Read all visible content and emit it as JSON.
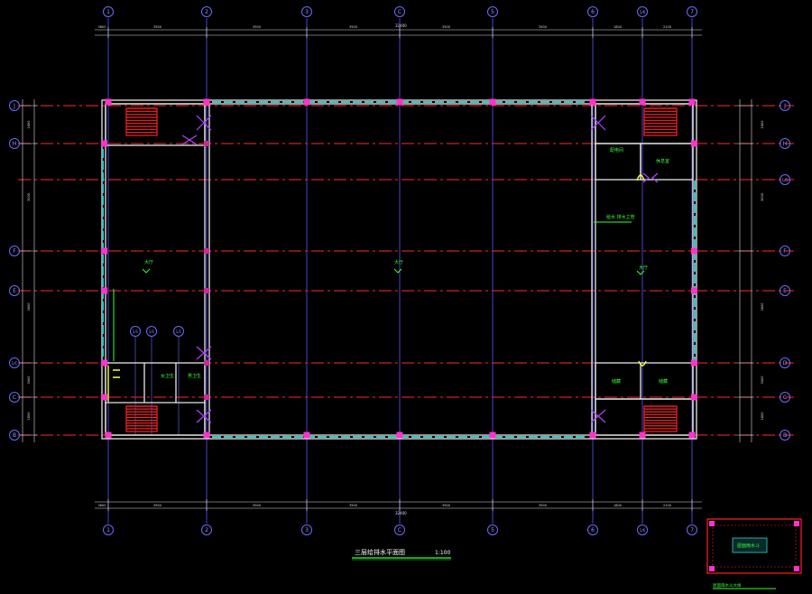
{
  "drawing": {
    "title": "三层给排水平面图",
    "scale": "1:100",
    "total_dim": "32400",
    "axes_top": [
      "1",
      "2",
      "3",
      "C",
      "5",
      "6",
      "1/6",
      "7"
    ],
    "axes_bottom": [
      "1",
      "2",
      "3",
      "C",
      "5",
      "6",
      "1/6",
      "7"
    ],
    "axes_left": [
      "J",
      "H",
      "F",
      "E",
      "1/C",
      "C",
      "B"
    ],
    "axes_right": [
      "J",
      "H",
      "1/G",
      "F",
      "E",
      "D",
      "C",
      "B"
    ],
    "sub_axes_small": [
      "1/1",
      "1/1",
      "1/1"
    ],
    "dims_top": [
      "3600",
      "3900",
      "3900",
      "3900",
      "3900",
      "3900",
      "1800",
      "2100"
    ],
    "dims_left": [
      "1800",
      "3000",
      "3600",
      "3000",
      "1800"
    ]
  },
  "rooms": {
    "main_hall": "大厅",
    "left_hall": "大厅",
    "right_hall": "大厅",
    "top_right_a": "配电间",
    "top_right_b": "休息室",
    "note_text": "给水 排水立管",
    "wc_a": "女卫生",
    "wc_b": "男卫生",
    "bottom_right_a": "储藏",
    "bottom_right_b": "储藏"
  },
  "legend_box": {
    "label": "屋面雨水斗",
    "caption": "屋面雨水斗大样"
  },
  "colors": {
    "grid_red": "#ff3030",
    "grid_blue": "#6a6aff",
    "wall": "#e8e8e8",
    "window_cyan": "#33cccc",
    "pink": "#ff33cc",
    "green": "#33ff33",
    "yellow": "#ffff33",
    "stair_red": "#ff2222",
    "magenta": "#cc33ff"
  }
}
